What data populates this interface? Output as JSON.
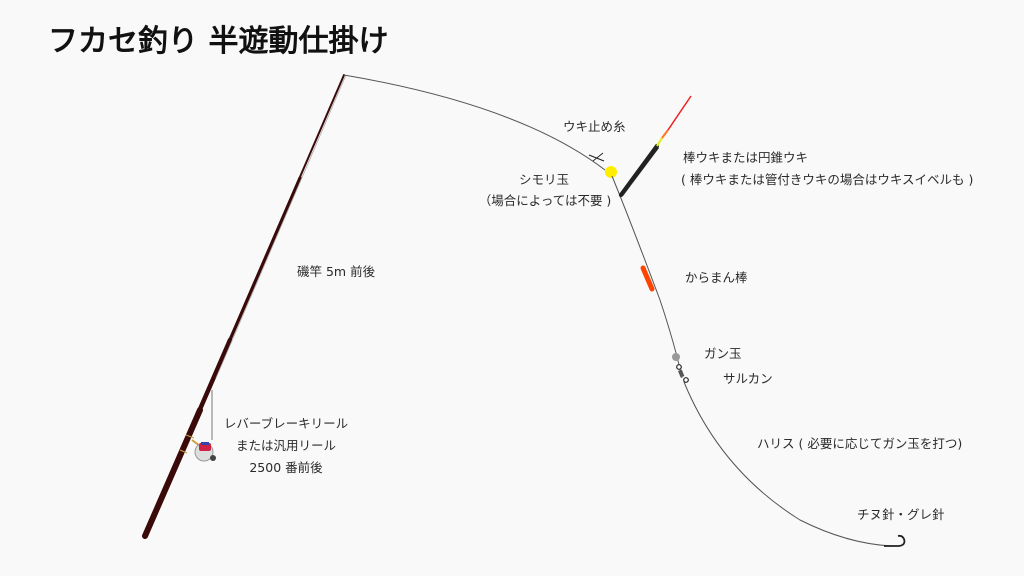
{
  "title": "フカセ釣り 半遊動仕掛け",
  "labels": {
    "uki_stop": "ウキ止め糸",
    "float_line1": "棒ウキまたは円錐ウキ",
    "float_line2": "( 棒ウキまたは管付きウキの場合はウキスイベルも )",
    "shimori_line1": "シモリ玉",
    "shimori_line2": "（場合によっては不要 )",
    "rod": "磯竿 5m 前後",
    "karaman": "からまん棒",
    "gandama": "ガン玉",
    "sarukan": "サルカン",
    "reel_line1": "レバーブレーキリール",
    "reel_line2": "または汎用リール",
    "reel_line3": "2500 番前後",
    "harisu": "ハリス ( 必要に応じてガン玉を打つ)",
    "hook": "チヌ針・グレ針"
  },
  "colors": {
    "background": "#f9f9f9",
    "rod": "#3a0a0a",
    "line": "#555555",
    "shimori_bead": "#ffee00",
    "karaman": "#ff4400",
    "float_body": "#222222",
    "float_tip_red": "#ee2222",
    "float_tip_orange": "#ff7722",
    "float_tip_yellow": "#ddee22",
    "gandama": "#999999"
  }
}
